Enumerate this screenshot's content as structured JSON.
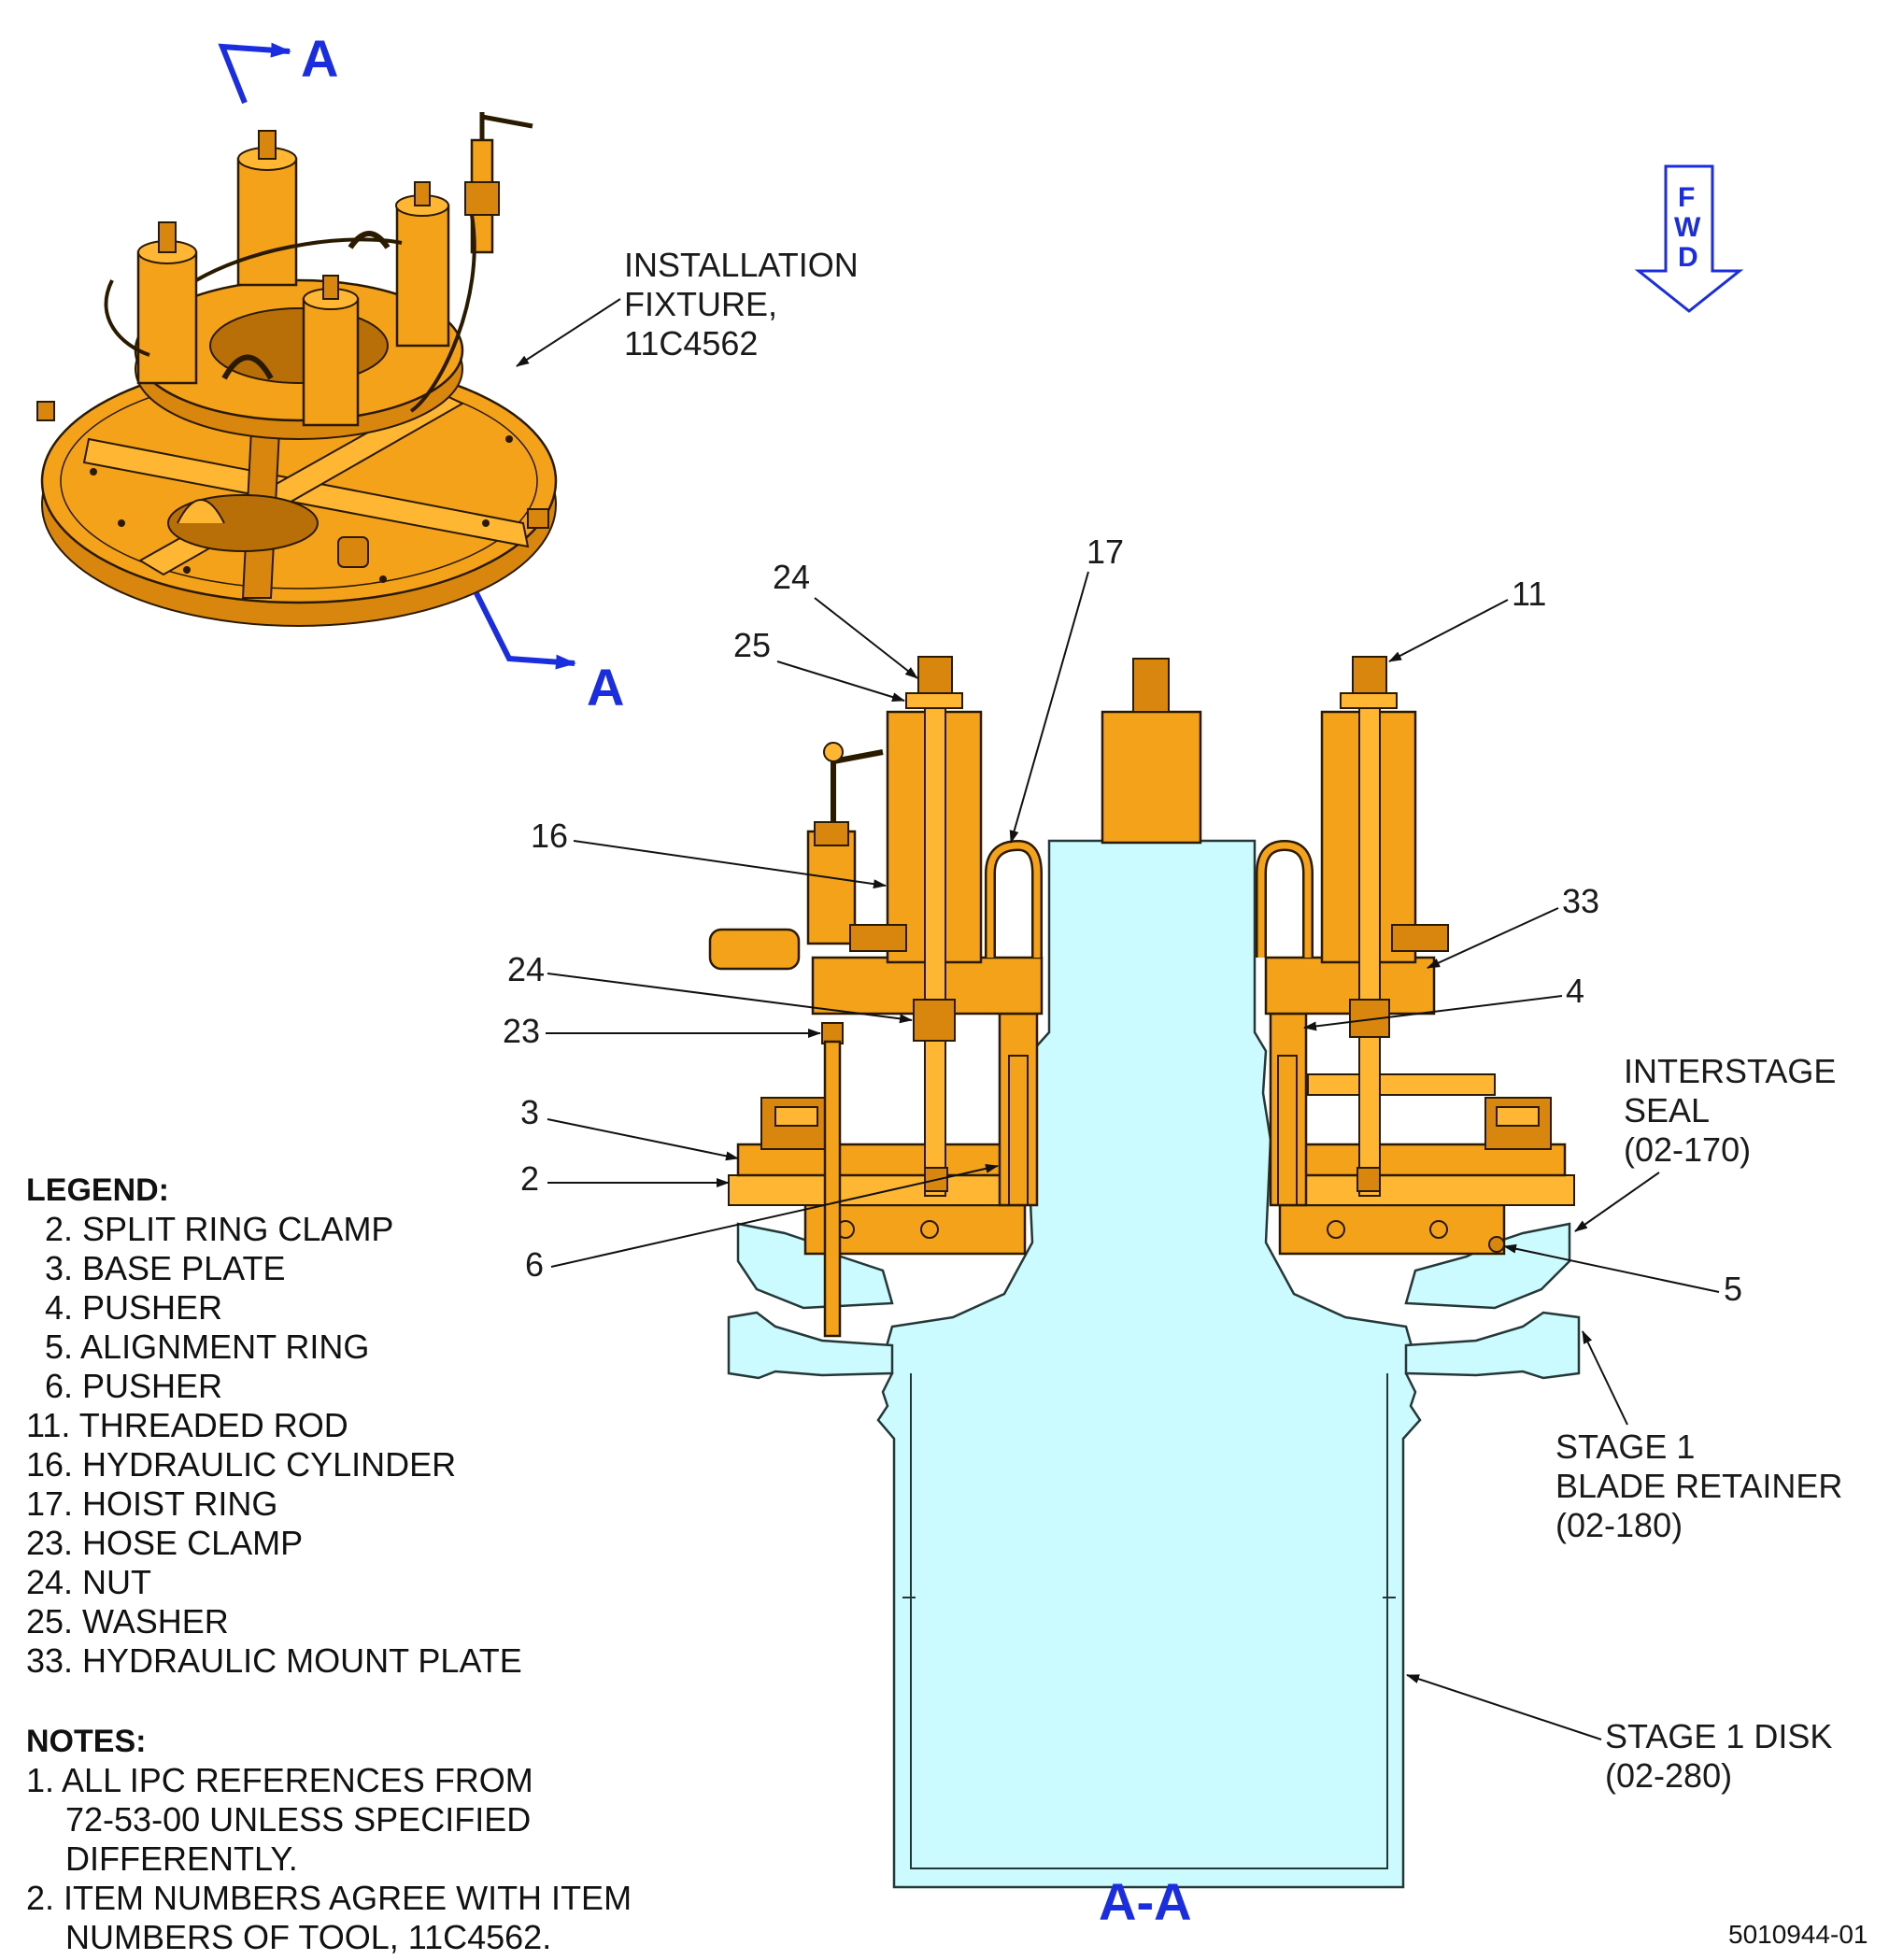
{
  "callouts": {
    "installation_fixture": [
      "INSTALLATION",
      "FIXTURE,",
      "11C4562"
    ],
    "n24_top": "24",
    "n25": "25",
    "n17": "17",
    "n11": "11",
    "n16": "16",
    "n33": "33",
    "n24_mid": "24",
    "n4": "4",
    "n23": "23",
    "n3": "3",
    "n2": "2",
    "n6": "6",
    "n5": "5",
    "interstage_seal": [
      "INTERSTAGE",
      "SEAL",
      "(02-170)"
    ],
    "stage1_blade_retainer": [
      "STAGE 1",
      "BLADE RETAINER",
      "(02-180)"
    ],
    "stage1_disk": [
      "STAGE 1 DISK",
      "(02-280)"
    ]
  },
  "section_marks": {
    "a_top": "A",
    "a_bottom": "A",
    "section_title": "A-A"
  },
  "fwd_indicator": {
    "letters": [
      "F",
      "W",
      "D"
    ]
  },
  "legend": {
    "heading": "LEGEND:",
    "items": [
      "2. SPLIT RING CLAMP",
      "3. BASE PLATE",
      "4. PUSHER",
      "5. ALIGNMENT RING",
      "6. PUSHER",
      "11. THREADED ROD",
      "16. HYDRAULIC CYLINDER",
      "17. HOIST RING",
      "23. HOSE CLAMP",
      "24. NUT",
      "25. WASHER",
      "33. HYDRAULIC MOUNT PLATE"
    ]
  },
  "notes": {
    "heading": "NOTES:",
    "lines": [
      "1. ALL IPC REFERENCES FROM",
      "72-53-00 UNLESS SPECIFIED",
      "DIFFERENTLY.",
      "2. ITEM NUMBERS AGREE WITH ITEM",
      "NUMBERS OF TOOL, 11C4562."
    ]
  },
  "figure_id": "5010944-01",
  "colors": {
    "orange": "#f5a21b",
    "cyan": "#ccfbff",
    "blue": "#1a2ee0"
  }
}
